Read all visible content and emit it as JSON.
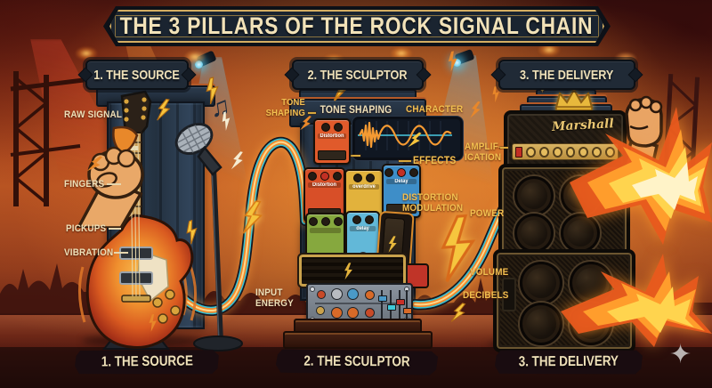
{
  "title": "THE 3 PILLARS OF THE ROCK SIGNAL CHAIN",
  "sections": {
    "source": {
      "header": "1. THE SOURCE",
      "footer": "1. THE SOURCE"
    },
    "sculptor": {
      "header": "2. THE SCULPTOR",
      "footer": "2. THE SCULPTOR"
    },
    "delivery": {
      "header": "3. THE DELIVERY",
      "footer": "3. THE DELIVERY"
    }
  },
  "labels": {
    "raw_signal": "RAW SIGNAL",
    "fingers": "FINGERS",
    "pickups": "PICKUPS",
    "vibration": "VIBRATION",
    "tone_shaping_side": "TONE\nSHAPING",
    "tone_shaping_top": "TONE SHAPING",
    "character": "CHARACTER",
    "effects": "EFFECTS",
    "distortion_modulation": "DISTORTION\nMODULATION",
    "input_energy": "INPUT\nENERGY",
    "amplification": "AMPLIF-\nICATION",
    "power": "POWER",
    "volume": "VOLUME",
    "decibels": "DECIBELS"
  },
  "pedals": {
    "distortion_top": "Distortion",
    "distortion_left": "Distortion",
    "overdrive": "overdrive",
    "delay_blue": "Delay",
    "delay_light": "delay"
  },
  "amp": {
    "brand": "Marshall"
  },
  "icons": {
    "music_note": "♫",
    "sparkle": "✦"
  },
  "colors": {
    "accent_gold": "#f3c050",
    "cream": "#eee0b8",
    "banner_bg": "#1a2430",
    "flame_orange": "#ff9d2c",
    "cable_teal": "#37c3d6"
  }
}
